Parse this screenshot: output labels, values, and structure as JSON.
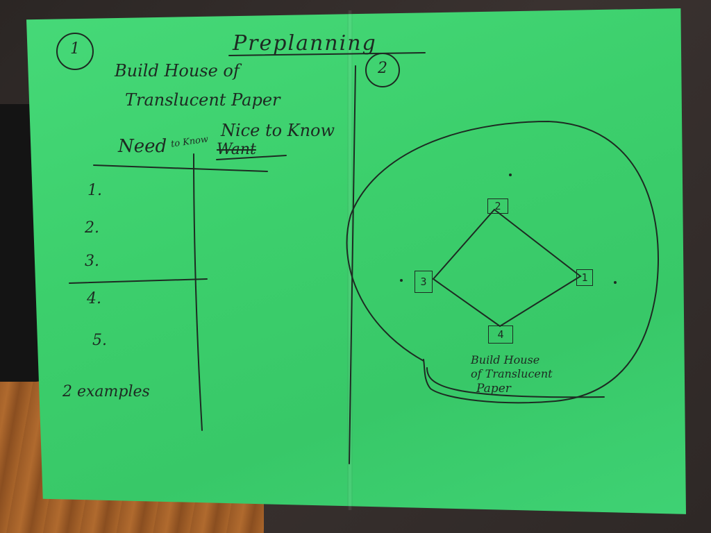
{
  "sheet": {
    "title": "Preplanning",
    "left_page": {
      "page_number": "1",
      "heading_line1": "Build House of",
      "heading_line2": "Translucent Paper",
      "col_need": "Need",
      "col_need_suffix": "to Know",
      "col_nice": "Nice to Know",
      "col_nice_struck": "Want",
      "list": [
        "1.",
        "2.",
        "3.",
        "4.",
        "5."
      ],
      "footer": "2 examples"
    },
    "right_page": {
      "page_number": "2",
      "nodes": [
        "2",
        "3",
        "1",
        "4"
      ],
      "center_line1": "Build House",
      "center_line2": "of Translucent",
      "center_line3": "Paper"
    }
  }
}
